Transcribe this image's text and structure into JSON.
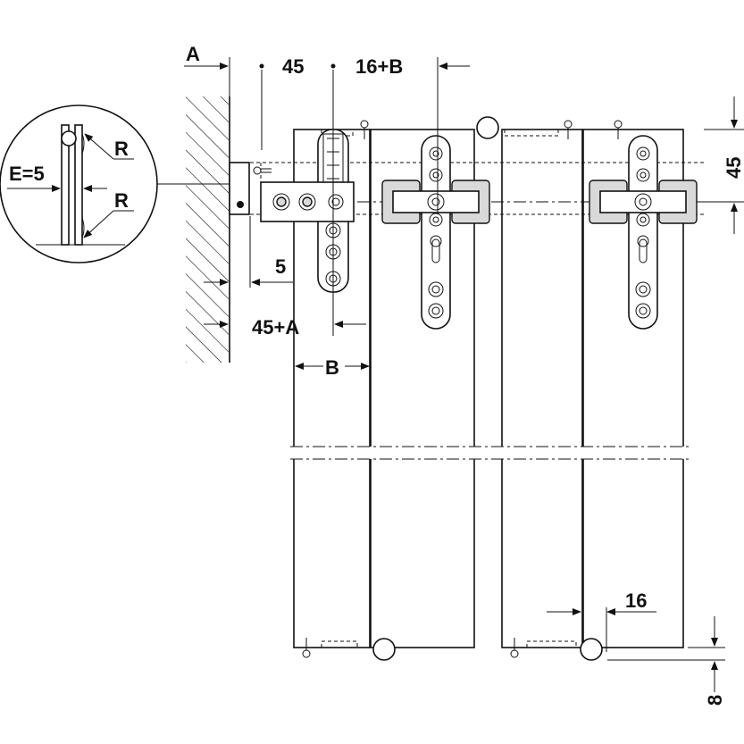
{
  "labels": {
    "a": "A",
    "d45": "45",
    "d16b": "16+B",
    "d45_right": "45",
    "e5": "E=5",
    "r_top": "R",
    "r_bottom": "R",
    "d5": "5",
    "d45a": "45+A",
    "b": "B",
    "d16": "16",
    "d8": "8"
  }
}
